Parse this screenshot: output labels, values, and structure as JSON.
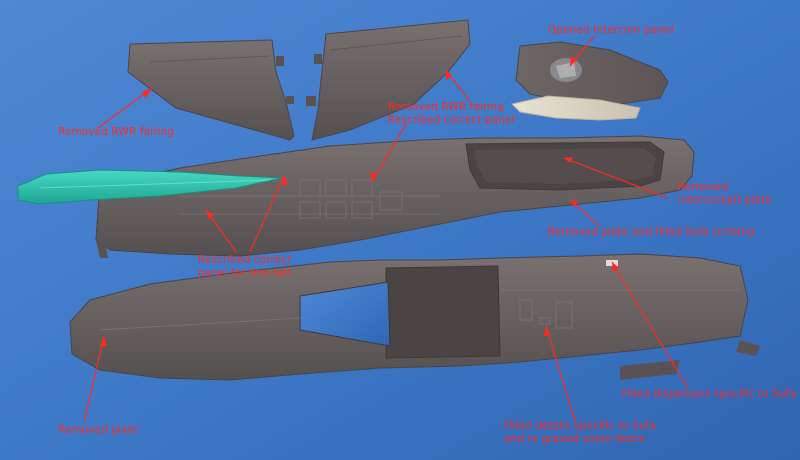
{
  "annotations": {
    "opened_intercom_panel": "Opened Intercom panel",
    "removed_rwr_fairing_left": "Removed RWR fairing",
    "removed_rwr_fairing_center": "Removed RWR fairing",
    "rescribed_correct_panel": "Rescribed correct panel",
    "removed_intercockpit_plate_line1": "Removed",
    "removed_intercockpit_plate_line2": "intercockpit plate",
    "removed_plate_filled_sufa": "Removed plate and filled Sufa scribing",
    "rescribed_thin_tail_line1": "Rescribed correct",
    "rescribed_thin_tail_line2": "panel for thin tail",
    "removed_plate": "Removed plate",
    "filled_details_line1": "Filled details specific to Sufa",
    "filled_details_line2": "and re graved some doors",
    "filled_dispensers": "Filled dispensers specific to Sufa"
  },
  "colors": {
    "background": "#3f7ac9",
    "plastic": "#6a6060",
    "plastic_shadow": "#4a4242",
    "clear_part": "#dcd6c6",
    "teal_part": "#2ec4b2",
    "annotation": "#ff2a1e"
  },
  "parts": [
    "vertical-fin",
    "ventral-fin-pair",
    "intercom-panel-part",
    "canopy-part",
    "upper-fuselage",
    "lower-fuselage",
    "teal-spine-part"
  ]
}
